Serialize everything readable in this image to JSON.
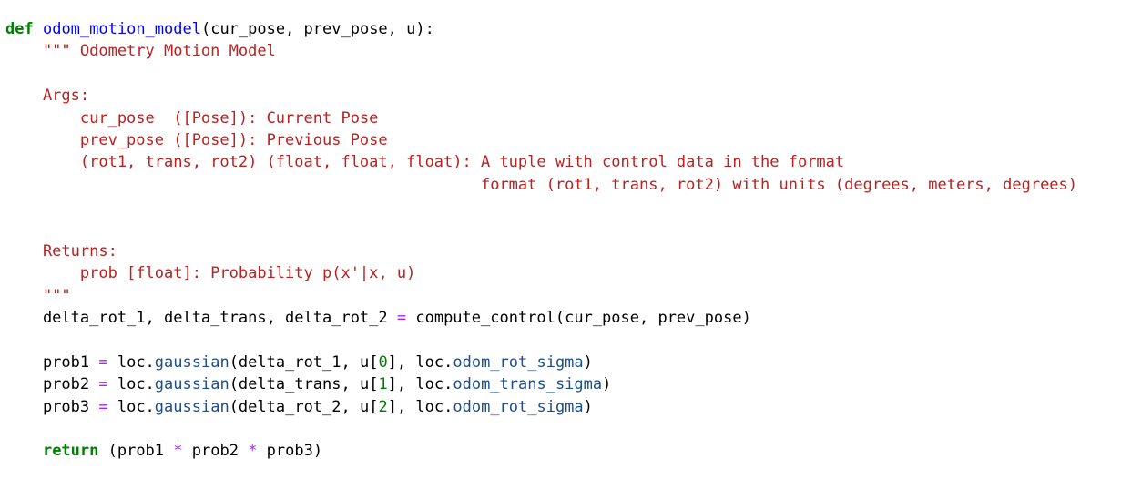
{
  "colors": {
    "keyword": "#008000",
    "function_name": "#0000ff",
    "string": "#ba2121",
    "operator": "#aa22ff",
    "attribute": "#1c4e8c",
    "number": "#008000",
    "default": "#000000",
    "background": "#ffffff"
  },
  "code": {
    "l1": {
      "kw": "def",
      "fn": "odom_motion_model",
      "rest": "(cur_pose, prev_pose, u):"
    },
    "l2": "    \"\"\" Odometry Motion Model",
    "l3": "",
    "l4": "    Args:",
    "l5": "        cur_pose  ([Pose]): Current Pose",
    "l6": "        prev_pose ([Pose]): Previous Pose",
    "l7": "        (rot1, trans, rot2) (float, float, float): A tuple with control data in the format",
    "l8": "                                                   format (rot1, trans, rot2) with units (degrees, meters, degrees)",
    "l9": "",
    "l10": "",
    "l11": "    Returns:",
    "l12": "        prob [float]: Probability p(x'|x, u)",
    "l13": "    \"\"\"",
    "l14": {
      "lhs": "    delta_rot_1, delta_trans, delta_rot_2 ",
      "op": "=",
      "rhs": " compute_control(cur_pose, prev_pose)"
    },
    "l15": "",
    "l16": {
      "var": "    prob1 ",
      "op": "=",
      "obj": " loc.",
      "method": "gaussian",
      "args1": "(delta_rot_1, u[",
      "idx": "0",
      "args2": "], loc.",
      "attr": "odom_rot_sigma",
      "end": ")"
    },
    "l17": {
      "var": "    prob2 ",
      "op": "=",
      "obj": " loc.",
      "method": "gaussian",
      "args1": "(delta_trans, u[",
      "idx": "1",
      "args2": "], loc.",
      "attr": "odom_trans_sigma",
      "end": ")"
    },
    "l18": {
      "var": "    prob3 ",
      "op": "=",
      "obj": " loc.",
      "method": "gaussian",
      "args1": "(delta_rot_2, u[",
      "idx": "2",
      "args2": "], loc.",
      "attr": "odom_rot_sigma",
      "end": ")"
    },
    "l19": "",
    "l20": {
      "indent": "    ",
      "kw": "return",
      "p1": " (prob1 ",
      "op1": "*",
      "p2": " prob2 ",
      "op2": "*",
      "p3": " prob3)"
    }
  }
}
